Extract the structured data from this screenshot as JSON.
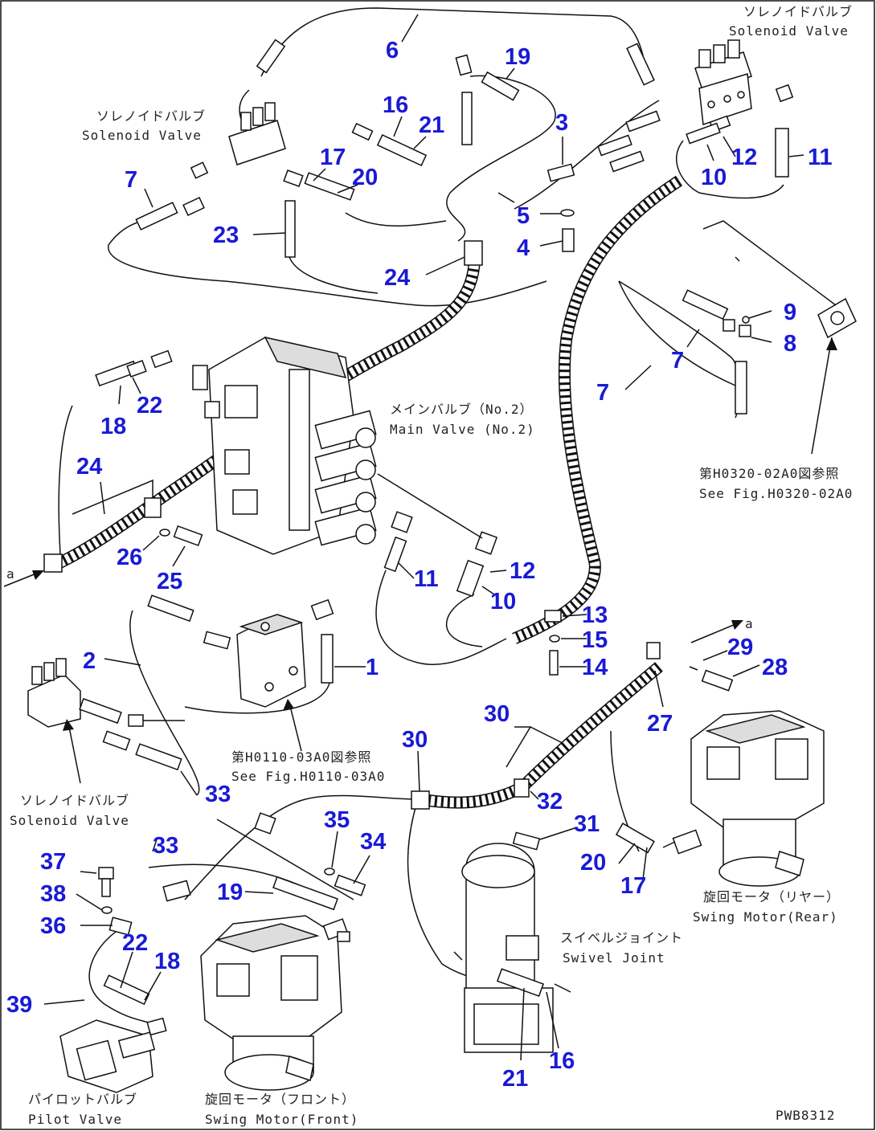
{
  "labels": {
    "sv_top_right_jp": "ソレノイドバルブ",
    "sv_top_right_en": "Solenoid Valve",
    "sv_top_left_jp": "ソレノイドバルブ",
    "sv_top_left_en": "Solenoid Valve",
    "main_valve_jp": "メインバルブ（No.2）",
    "main_valve_en": "Main Valve (No.2)",
    "see_fig_h0320_jp": "第H0320-02A0図参照",
    "see_fig_h0320_en": "See Fig.H0320-02A0",
    "see_fig_h0110_jp": "第H0110-03A0図参照",
    "see_fig_h0110_en": "See Fig.H0110-03A0",
    "sv_left_jp": "ソレノイドバルブ",
    "sv_left_en": "Solenoid Valve",
    "swing_rear_jp": "旋回モータ（リヤー）",
    "swing_rear_en": "Swing Motor(Rear)",
    "swivel_jp": "スイベルジョイント",
    "swivel_en": "Swivel Joint",
    "pilot_jp": "パイロットバルブ",
    "pilot_en": "Pilot Valve",
    "swing_front_jp": "旋回モータ（フロント）",
    "swing_front_en": "Swing Motor(Front)",
    "drawing_code": "PWB8312",
    "arrow_a_left": "a",
    "arrow_a_right": "a"
  },
  "callouts": {
    "c6": "6",
    "c19a": "19",
    "c16a": "16",
    "c21a": "21",
    "c3": "3",
    "c7a": "7",
    "c17a": "17",
    "c20a": "20",
    "c23": "23",
    "c24a": "24",
    "c5": "5",
    "c4": "4",
    "c12a": "12",
    "c11a": "11",
    "c10a": "10",
    "c9": "9",
    "c8": "8",
    "c7b": "7",
    "c7c": "7",
    "c22a": "22",
    "c18a": "18",
    "c24b": "24",
    "c26": "26",
    "c25": "25",
    "c11b": "11",
    "c12b": "12",
    "c10b": "10",
    "c13": "13",
    "c15": "15",
    "c14": "14",
    "c2": "2",
    "c1": "1",
    "c29": "29",
    "c28": "28",
    "c27": "27",
    "c30a": "30",
    "c30b": "30",
    "c32": "32",
    "c31": "31",
    "c33a": "33",
    "c33b": "33",
    "c35": "35",
    "c34": "34",
    "c20b": "20",
    "c17b": "17",
    "c37": "37",
    "c38": "38",
    "c36": "36",
    "c19b": "19",
    "c22b": "22",
    "c18b": "18",
    "c39": "39",
    "c21b": "21",
    "c16b": "16"
  },
  "colors": {
    "callout": "#1a1ad6",
    "line": "#111111",
    "background": "#ffffff"
  }
}
